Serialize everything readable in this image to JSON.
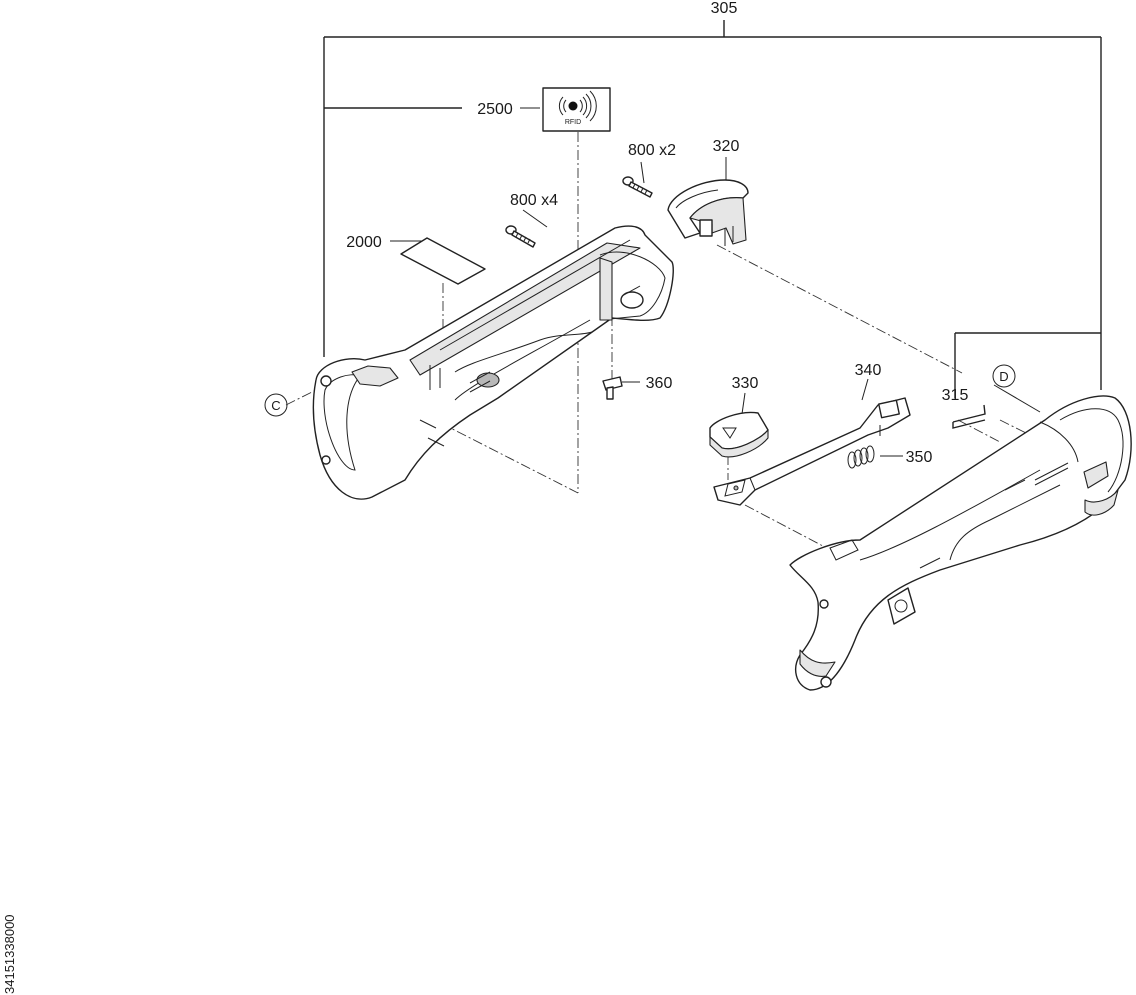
{
  "diagram": {
    "labels": {
      "p305": "305",
      "p2500": "2500",
      "p2000": "2000",
      "p800x4": "800 x4",
      "p800x2": "800 x2",
      "p320": "320",
      "p360": "360",
      "p330": "330",
      "p340": "340",
      "p315": "315",
      "p350": "350",
      "refC": "C",
      "refD": "D"
    },
    "rfid_text": "RFID",
    "document_number": "34151338000"
  }
}
